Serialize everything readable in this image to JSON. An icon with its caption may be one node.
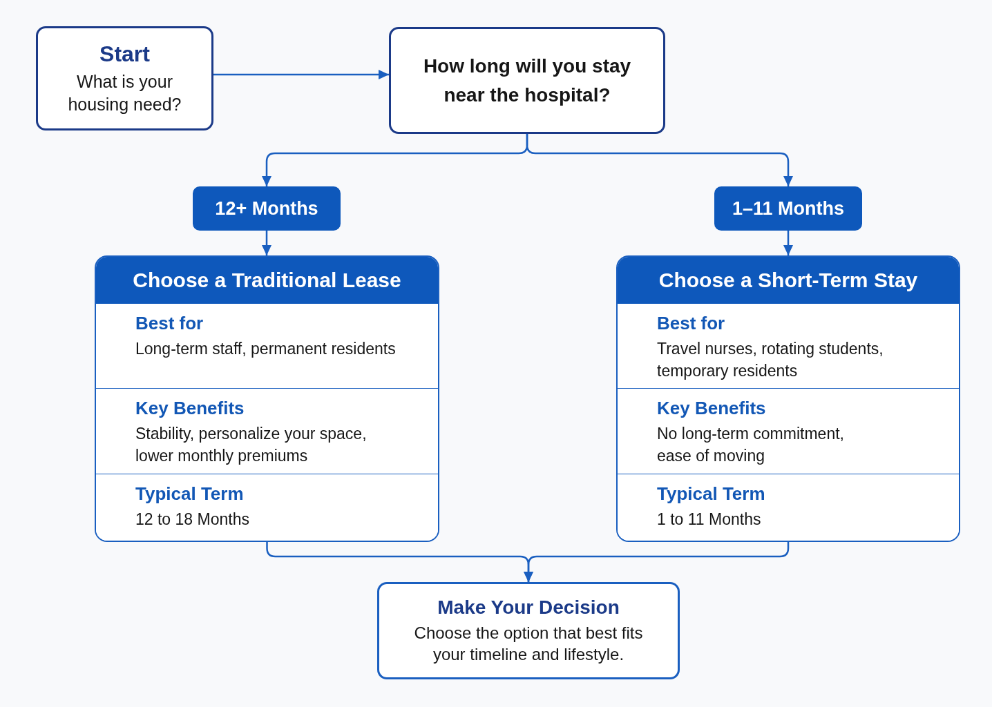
{
  "diagram": {
    "nodes": [
      {
        "text": [
          "Start",
          "What is your housing need?"
        ]
      },
      {
        "text": [
          "How long will you stay near the hospital?"
        ]
      },
      {
        "text": [
          "12+ Months"
        ]
      },
      {
        "text": [
          "1–11 Months"
        ]
      },
      {
        "text": [
          "Choose a Traditional Lease"
        ]
      },
      {
        "text": [
          "Best for",
          "Long-term staff, permanent residents"
        ],
        "in": 4
      },
      {
        "text": [
          "Key Benefits",
          "Stability, personalize your space, lower monthly premiums"
        ],
        "in": 4
      },
      {
        "text": [
          "Typical Term",
          "12 to 18 Months"
        ],
        "in": 4
      },
      {
        "text": [
          "Choose a Short-Term Stay"
        ]
      },
      {
        "text": [
          "Best for",
          "Travel nurses, rotating students, temporary residents"
        ],
        "in": 8
      },
      {
        "text": [
          "Key Benefits",
          "No long-term commitment, ease of moving"
        ],
        "in": 8
      },
      {
        "text": [
          "Typical Term",
          "1 to 11 Months"
        ],
        "in": 8
      },
      {
        "text": [
          "Make Your Decision",
          "Choose the option that best fits your timeline and lifestyle."
        ]
      }
    ],
    "edges": [
      {
        "from": 0,
        "to": 1,
        "arrow": "to"
      },
      {
        "from": 1,
        "to": 2,
        "arrow": "to"
      },
      {
        "from": 1,
        "to": 3,
        "arrow": "to"
      },
      {
        "from": 2,
        "to": 4,
        "arrow": "to"
      },
      {
        "from": 3,
        "to": 8,
        "arrow": "to"
      },
      {
        "from": 4,
        "to": 12,
        "arrow": "to"
      },
      {
        "from": 8,
        "to": 12,
        "arrow": "to"
      }
    ]
  }
}
